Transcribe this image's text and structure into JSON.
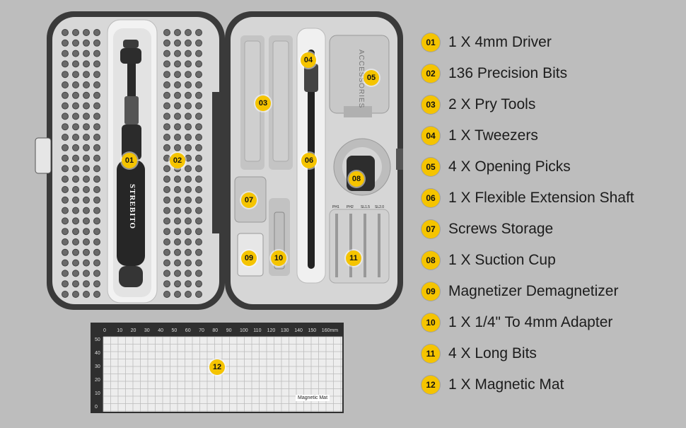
{
  "legend": [
    {
      "num": "01",
      "text": "1 X 4mm Driver"
    },
    {
      "num": "02",
      "text": "136 Precision Bits"
    },
    {
      "num": "03",
      "text": "2 X Pry Tools"
    },
    {
      "num": "04",
      "text": "1 X Tweezers"
    },
    {
      "num": "05",
      "text": "4 X Opening Picks"
    },
    {
      "num": "06",
      "text": "1 X Flexible Extension Shaft"
    },
    {
      "num": "07",
      "text": "Screws Storage"
    },
    {
      "num": "08",
      "text": "1 X Suction Cup"
    },
    {
      "num": "09",
      "text": "Magnetizer Demagnetizer"
    },
    {
      "num": "10",
      "text": "1 X 1/4\" To 4mm Adapter"
    },
    {
      "num": "11",
      "text": "4 X Long Bits"
    },
    {
      "num": "12",
      "text": "1 X Magnetic Mat"
    }
  ],
  "photo": {
    "brand": "STREBITO",
    "accessories_label": "ACCESSORIES",
    "mat_label": "Magnetic Mat",
    "ruler_top": [
      "0",
      "10",
      "20",
      "30",
      "40",
      "50",
      "60",
      "70",
      "80",
      "90",
      "100",
      "110",
      "120",
      "130",
      "140",
      "150",
      "160mm"
    ],
    "ruler_side": [
      "0",
      "10",
      "20",
      "30",
      "40",
      "50"
    ],
    "long_bit_labels": [
      "PH1",
      "PH2",
      "SL1.5",
      "SL2.0"
    ]
  },
  "colors": {
    "badge": "#f5c400",
    "background": "#bdbdbd",
    "case_frame": "#3a3a3a",
    "tray": "#d9d9d9"
  }
}
